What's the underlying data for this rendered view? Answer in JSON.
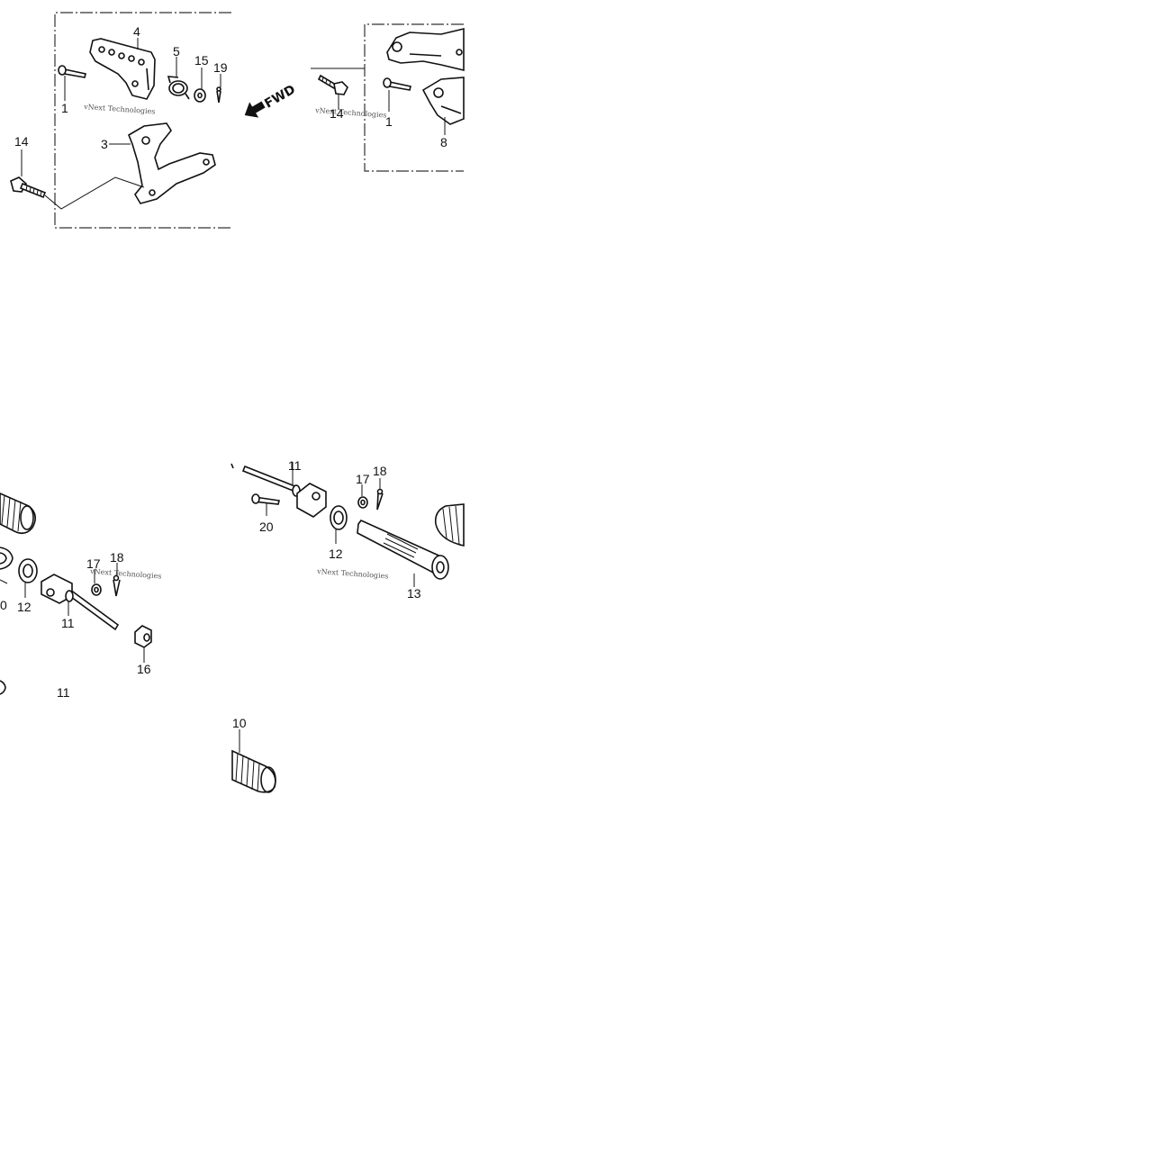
{
  "diagram": {
    "fwd_label": "FWD",
    "watermark": "vNext Technologies",
    "callouts": {
      "top_left": [
        "4",
        "5",
        "15",
        "19",
        "1",
        "14",
        "3"
      ],
      "top_right": [
        "14",
        "1",
        "8"
      ],
      "bottom_left": [
        "0",
        "12",
        "17",
        "18",
        "11",
        "16",
        "11"
      ],
      "bottom_right": [
        "11",
        "17",
        "18",
        "20",
        "12",
        "13",
        "10"
      ]
    }
  }
}
